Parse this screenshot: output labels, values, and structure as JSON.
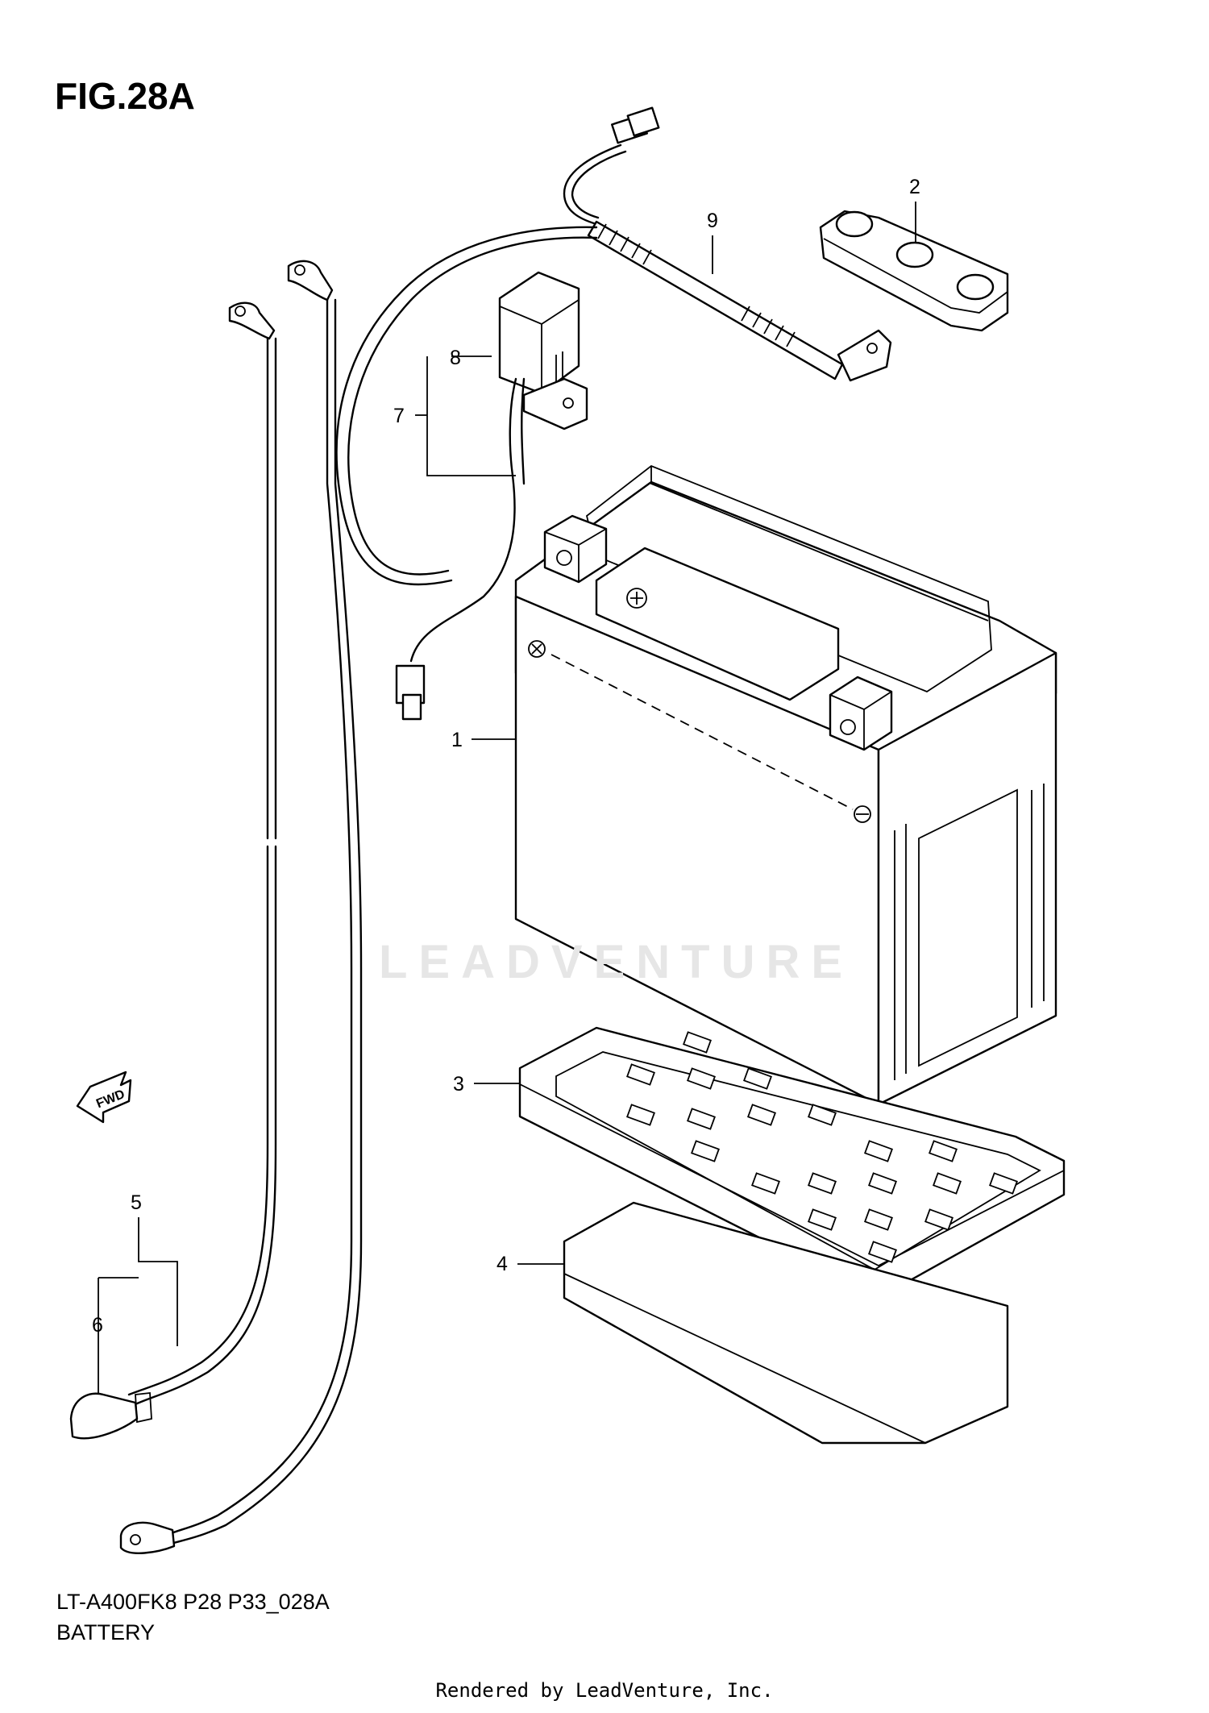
{
  "figure": {
    "title": "FIG.28A",
    "model_code": "LT-A400FK8 P28 P33_028A",
    "section_name": "BATTERY"
  },
  "callouts": [
    "1",
    "2",
    "3",
    "4",
    "5",
    "6",
    "7",
    "8",
    "9"
  ],
  "direction_marker": "FWD",
  "watermark": "LEADVENTURE",
  "footer": "Rendered by LeadVenture, Inc."
}
